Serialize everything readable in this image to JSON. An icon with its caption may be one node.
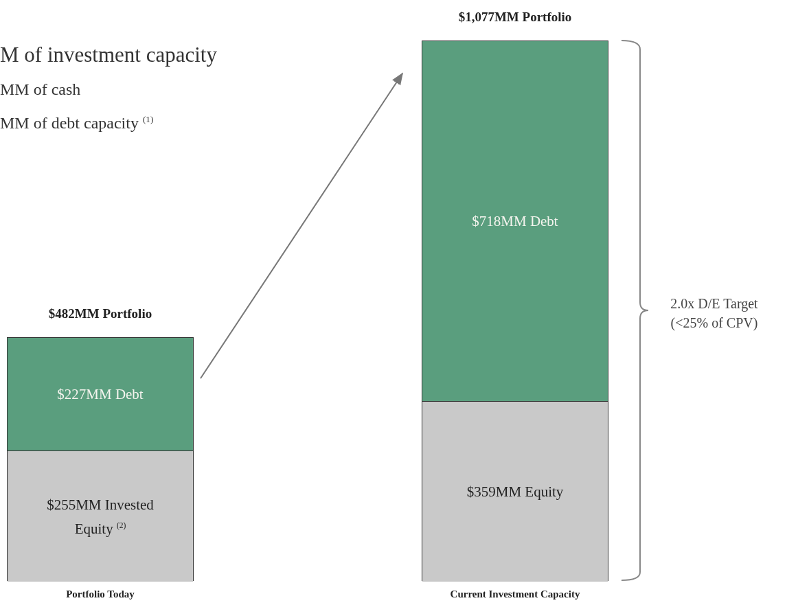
{
  "diagram": {
    "nodes": [
      {
        "text": [
          "$482MM Portfolio"
        ],
        "beside": [
          "Portfolio Today"
        ]
      },
      {
        "text": [
          "$227MM Debt"
        ],
        "in": 0
      },
      {
        "text": [
          "$255MM Invested Equity $^{(2)}$"
        ],
        "in": 0
      },
      {
        "text": [
          "$1,077MM Portfolio"
        ],
        "beside": [
          "Current Investment Capacity"
        ]
      },
      {
        "text": [
          "$718MM Debt"
        ],
        "in": 3
      },
      {
        "text": [
          "$359MM Equity"
        ],
        "in": 3
      }
    ],
    "edges": [
      {
        "from": 0,
        "to": 3,
        "arrow": "to"
      }
    ],
    "labels": [
      "M of investment capacity",
      "MM of cash",
      "MM of debt capacity $^{(1)}$",
      "2.0x D/E Target (<25% of CPV)"
    ]
  }
}
